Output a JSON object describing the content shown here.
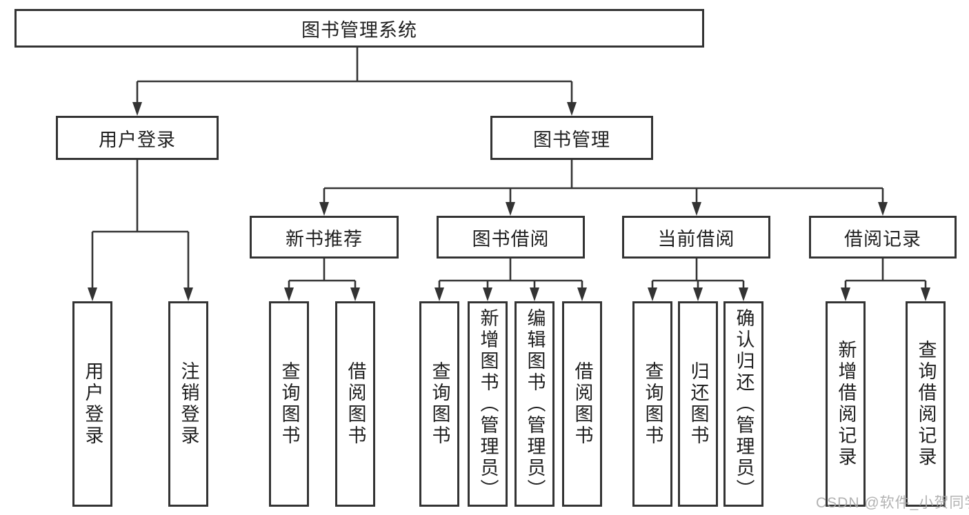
{
  "tree": {
    "root": "图书管理系统",
    "branches": [
      {
        "label": "用户登录",
        "children": [
          "用户登录",
          "注销登录"
        ]
      },
      {
        "label": "图书管理",
        "groups": [
          {
            "label": "新书推荐",
            "children": [
              "查询图书",
              "借阅图书"
            ]
          },
          {
            "label": "图书借阅",
            "children": [
              "查询图书",
              "新增图书（管理员）",
              "编辑图书（管理员）",
              "借阅图书"
            ]
          },
          {
            "label": "当前借阅",
            "children": [
              "查询图书",
              "归还图书",
              "确认归还（管理员）"
            ]
          },
          {
            "label": "借阅记录",
            "children": [
              "新增借阅记录",
              "查询借阅记录"
            ]
          }
        ]
      }
    ],
    "watermark": "CSDN @软件_小贺同学",
    "colors": {
      "line": "#333333",
      "box_border": "#333333",
      "text": "#1f1f1f",
      "watermark": "#a8a8a8",
      "background": "#ffffff"
    }
  }
}
